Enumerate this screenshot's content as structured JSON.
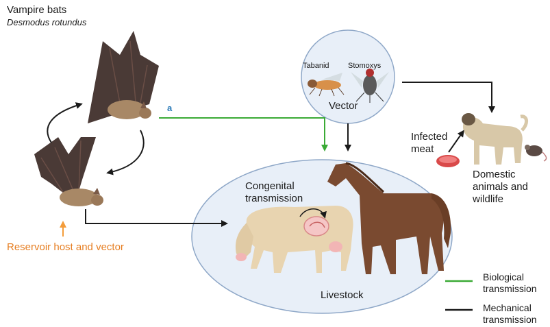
{
  "title": "Vampire bats",
  "species": "Desmodus rotundus",
  "reservoir_label": "Reservoir host and vector",
  "vector_group": {
    "label": "Vector",
    "insects": [
      "Tabanid",
      "Stomoxys"
    ]
  },
  "infected_meat_label": "Infected\nmeat",
  "domestic_label": "Domestic\nanimals and\nwildlife",
  "congenital_label": "Congenital\ntransmission",
  "livestock_label": "Livestock",
  "arrow_label_a": "a",
  "legend": [
    {
      "label": "Biological\ntransmission",
      "color": "#3aaa35"
    },
    {
      "label": "Mechanical\ntransmission",
      "color": "#1a1a1a"
    }
  ],
  "colors": {
    "bat_wing": "#4a3a36",
    "bat_body": "#a88866",
    "circle_fill": "#e8eff8",
    "circle_stroke": "#8fa8c8",
    "cow": "#e8d4b0",
    "horse": "#7a4a30",
    "dog": "#d8c8a8",
    "reservoir_arrow": "#f39c3a",
    "biological": "#3aaa35",
    "mechanical": "#1a1a1a"
  },
  "icons": [
    "bat-icon",
    "tabanid-fly-icon",
    "stomoxys-fly-icon",
    "cow-icon",
    "horse-icon",
    "dog-icon",
    "mouse-icon",
    "meat-icon",
    "fetus-icon"
  ]
}
